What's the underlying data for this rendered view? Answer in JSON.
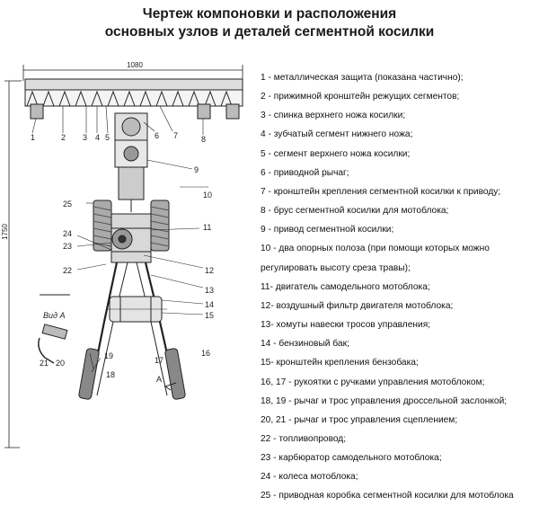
{
  "title": {
    "line1": "Чертеж компоновки и расположения",
    "line2": "основных узлов и деталей сегментной косилки"
  },
  "drawing": {
    "dim_width": "1080",
    "dim_height": "1750",
    "view_label": "Вид А",
    "arrow_label": "А",
    "callouts": [
      "1",
      "2",
      "3",
      "4",
      "5",
      "6",
      "7",
      "8",
      "9",
      "10",
      "11",
      "12",
      "13",
      "14",
      "15",
      "16",
      "17",
      "18",
      "19",
      "20",
      "21",
      "22",
      "23",
      "24",
      "25"
    ]
  },
  "legend": [
    "1 - металлическая защита (показана частично);",
    "2 - прижимной кронштейн режущих сегментов;",
    "3 - спинка верхнего ножа косилки;",
    "4 - зубчатый сегмент нижнего ножа;",
    "5 - сегмент верхнего ножа косилки;",
    "6 - приводной рычаг;",
    "7 - кронштейн крепления сегментной косилки к приводу;",
    "8 - брус сегментной косилки для мотоблока;",
    "9 - привод сегментной косилки;",
    "10 - два опорных полоза (при помощи которых можно",
    "регулировать высоту среза травы);",
    "11- двигатель самодельного мотоблока;",
    "12- воздушный фильтр двигателя мотоблока;",
    "13- хомуты навески тросов управления;",
    "14 - бензиновый бак;",
    "15- кронштейн крепления бензобака;",
    "16, 17 - рукоятки с ручками управления мотоблоком;",
    "18, 19 - рычаг и трос управления дроссельной заслонкой;",
    "20, 21 - рычаг и трос управления сцеплением;",
    "22 - топливопровод;",
    "23 - карбюратор самодельного мотоблока;",
    "24 - колеса мотоблока;",
    "25 - приводная коробка сегментной косилки для мотоблока"
  ]
}
